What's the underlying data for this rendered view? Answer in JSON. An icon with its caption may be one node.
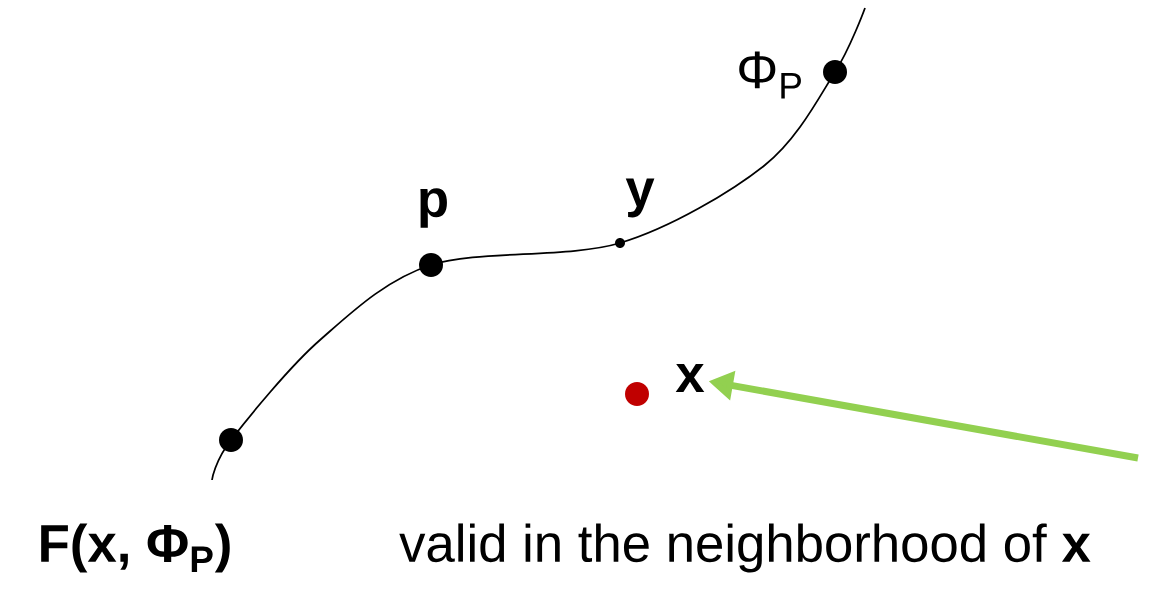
{
  "diagram": {
    "nodes": [
      {
        "text": [],
        "shape": "circle"
      },
      {
        "text": [
          "x"
        ]
      }
    ],
    "edges": [
      {
        "from": null,
        "to": 1,
        "arrow": "to",
        "color": "#92d050"
      }
    ],
    "labels": [
      "Φ$_{P}$",
      "p",
      "y",
      "F(x, Φ$_{P}$)",
      "valid in the neighborhood of **x**"
    ]
  }
}
